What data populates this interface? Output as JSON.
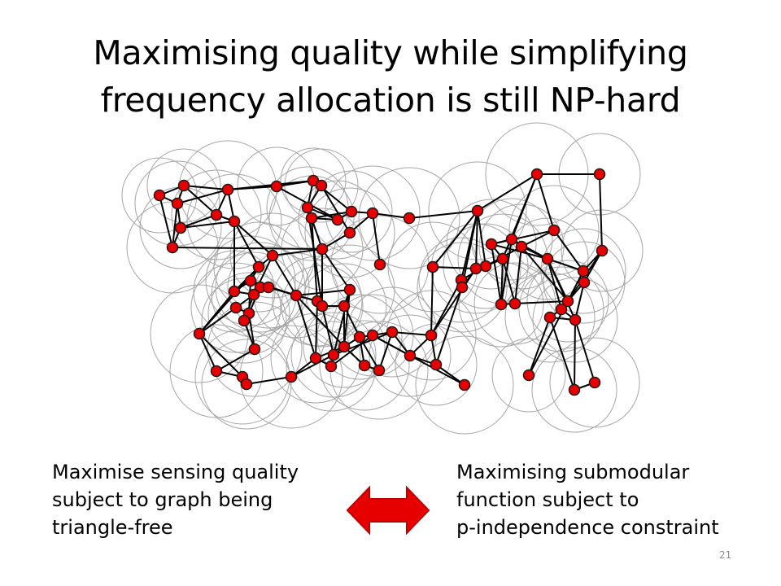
{
  "slide": {
    "title_lines": [
      "Maximising quality while simplifying",
      "frequency allocation is still NP-hard"
    ],
    "left_caption_lines": [
      "Maximise sensing quality",
      "subject to graph being",
      "triangle-free"
    ],
    "right_caption_lines": [
      "Maximising submodular",
      "function subject to",
      "p-independence constraint"
    ],
    "page_number": "21"
  },
  "colors": {
    "node_fill": "#e60000",
    "node_stroke": "#1a1a1a",
    "edge": "#000000",
    "circle_stroke": "#a6a6a6",
    "arrow_fill": "#e60000",
    "arrow_stroke": "#c00000",
    "page_number": "#8c8c8c"
  },
  "icons": {
    "equivalence": "double-arrow-icon"
  }
}
